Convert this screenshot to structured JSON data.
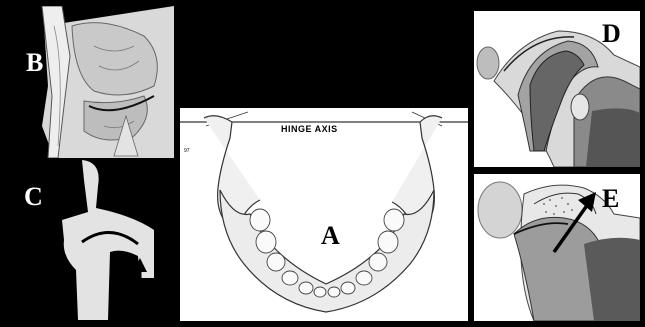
{
  "panels": {
    "A": {
      "letter": "A",
      "caption": "HINGE AXIS",
      "tick_label": "97"
    },
    "B": {
      "letter": "B"
    },
    "C": {
      "letter": "C"
    },
    "D": {
      "letter": "D"
    },
    "E": {
      "letter": "E"
    }
  },
  "colors": {
    "background": "#000000",
    "panel_bg": "#ffffff",
    "bone": "#e6e6e6",
    "shade_dark": "#555555",
    "shade_mid": "#8a8a8a",
    "shade_light": "#c4c4c4"
  }
}
